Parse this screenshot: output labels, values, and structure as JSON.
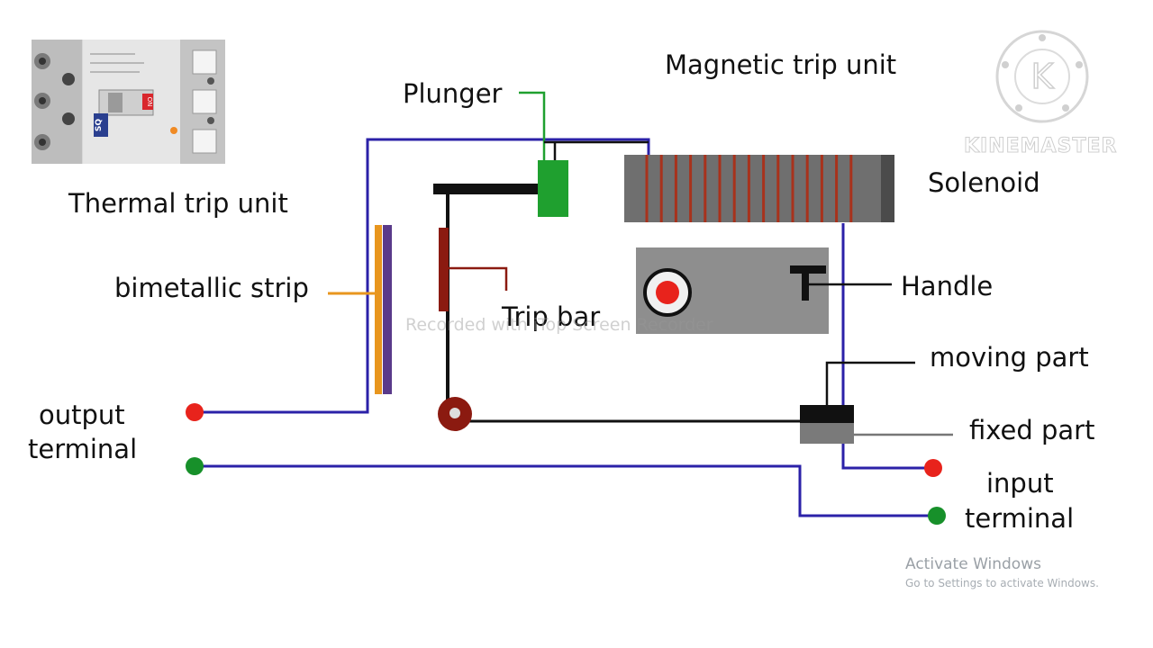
{
  "labels": {
    "thermal_trip_unit": "Thermal trip unit",
    "magnetic_trip_unit": "Magnetic trip unit",
    "plunger": "Plunger",
    "solenoid": "Solenoid",
    "bimetallic_strip": "bimetallic strip",
    "trip_bar": "Trip bar",
    "handle": "Handle",
    "moving_part": "moving part",
    "fixed_part": "fixed part",
    "output_terminal_line1": "output",
    "output_terminal_line2": "terminal",
    "input_terminal_line1": "input",
    "input_terminal_line2": "terminal"
  },
  "breaker_image": {
    "brand": "SQ",
    "toggle_text": "ON"
  },
  "watermarks": {
    "recorder": "Recorded with iTop Screen Recorder",
    "kinemaster_letter": "K",
    "kinemaster": "KINEMASTER",
    "activate_title": "Activate Windows",
    "activate_sub": "Go to Settings to activate Windows."
  },
  "colors": {
    "wire": "#2b21a8",
    "plunger": "#1fa02f",
    "leader_green": "#1fa02f",
    "bimetal_orange": "#e8961e",
    "bimetal_purple": "#5a3a8a",
    "trip_bar_red": "#8b1a10",
    "solenoid_body": "#6f6f6f",
    "coil": "#a8321c",
    "terminal_red": "#e8231c",
    "terminal_green": "#17902a",
    "handle_box": "#8e8e8e"
  }
}
